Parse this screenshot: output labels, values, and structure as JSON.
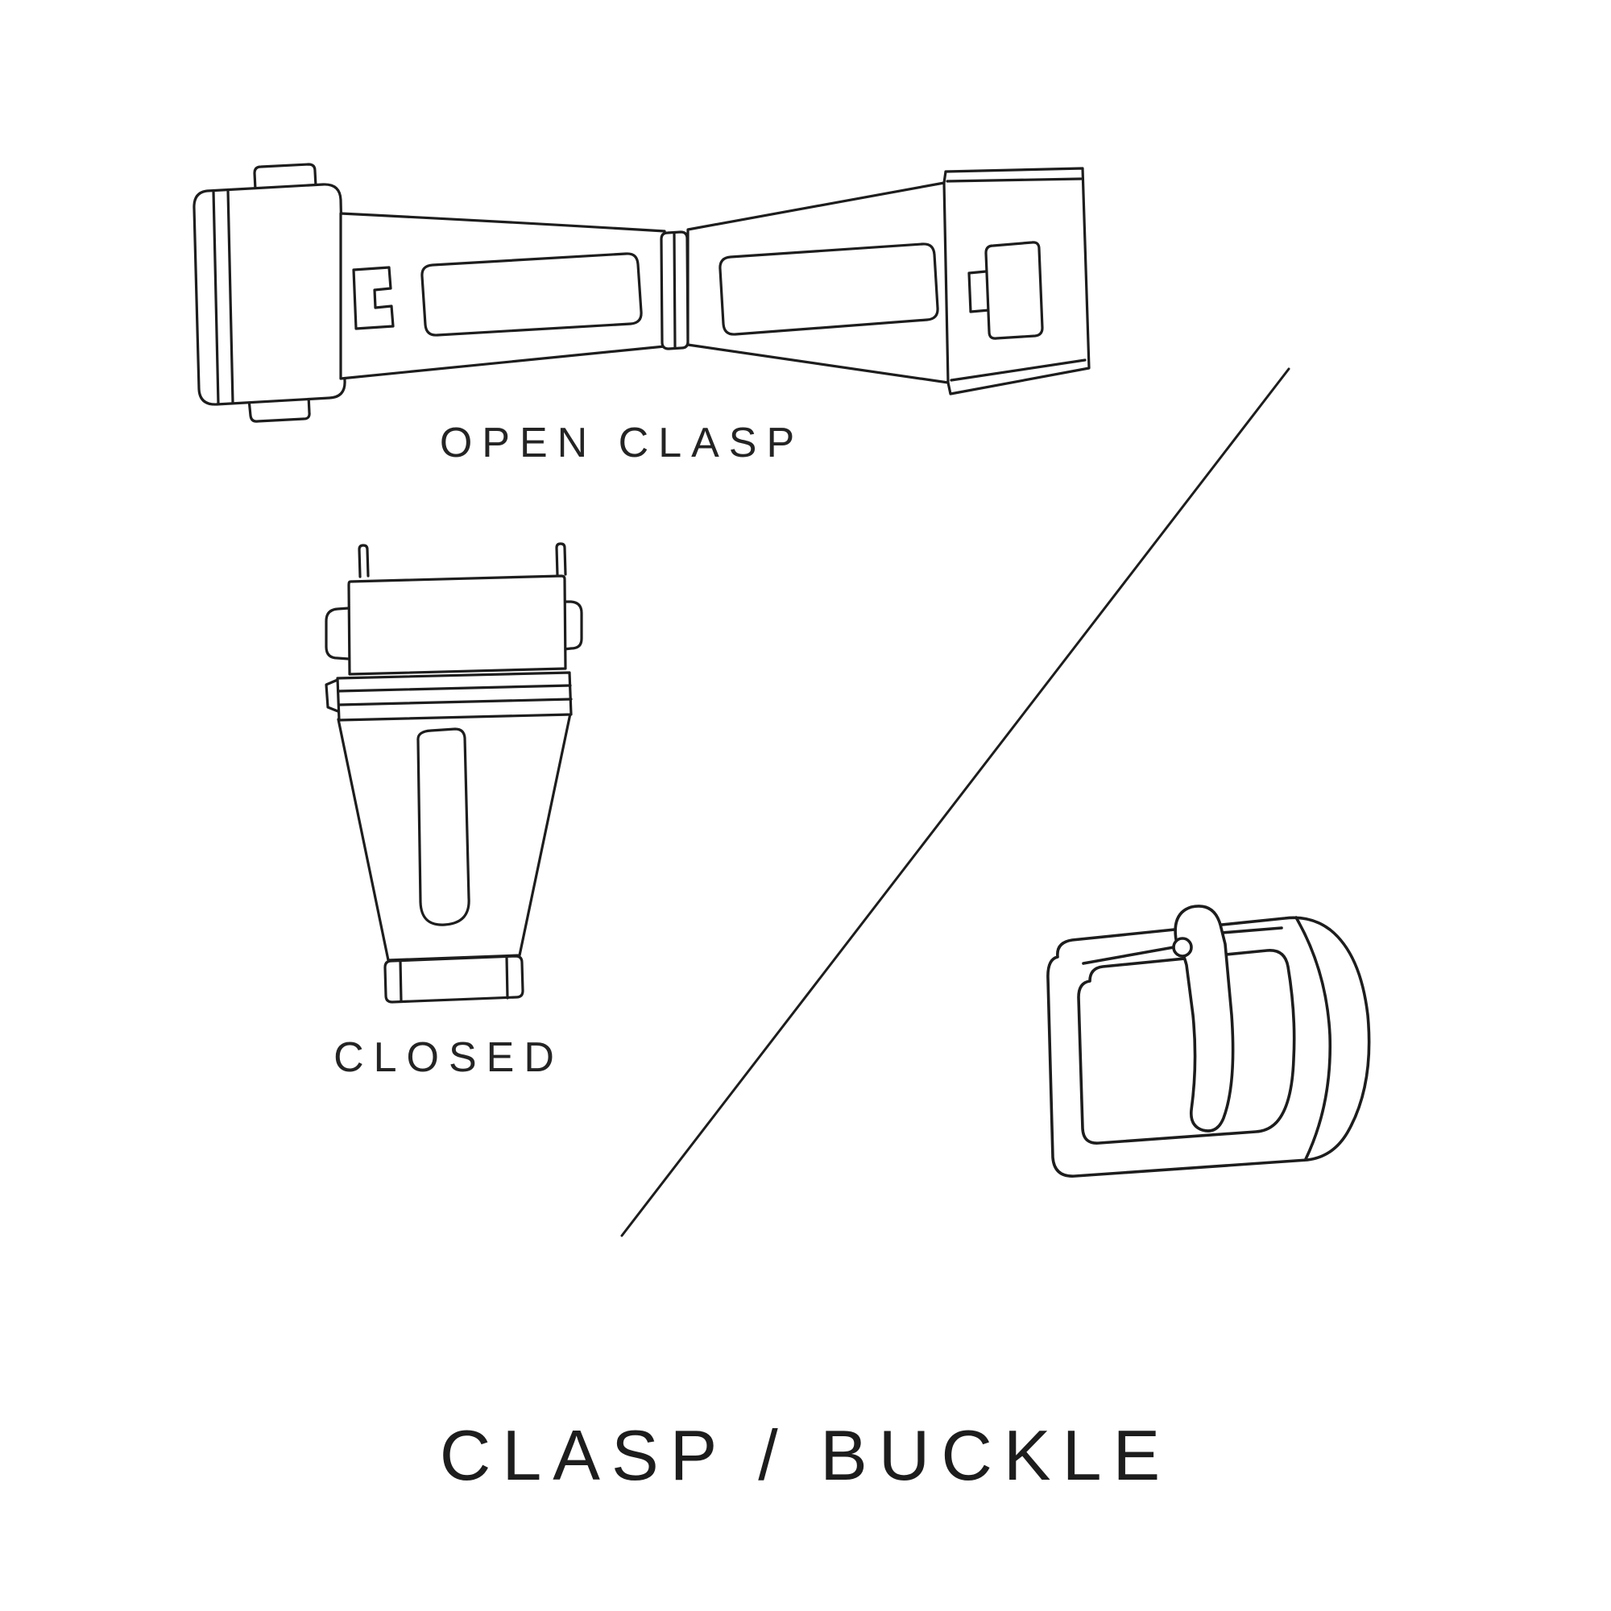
{
  "page": {
    "title": "CLASP / BUCKLE",
    "background_color": "#ffffff",
    "line_color": "#1d1d1d"
  },
  "figures": {
    "open_clasp": {
      "label": "OPEN CLASP",
      "icon": "open-clasp-illustration"
    },
    "closed_clasp": {
      "label": "CLOSED",
      "icon": "closed-clasp-illustration"
    },
    "buckle": {
      "icon": "pin-buckle-illustration"
    }
  }
}
